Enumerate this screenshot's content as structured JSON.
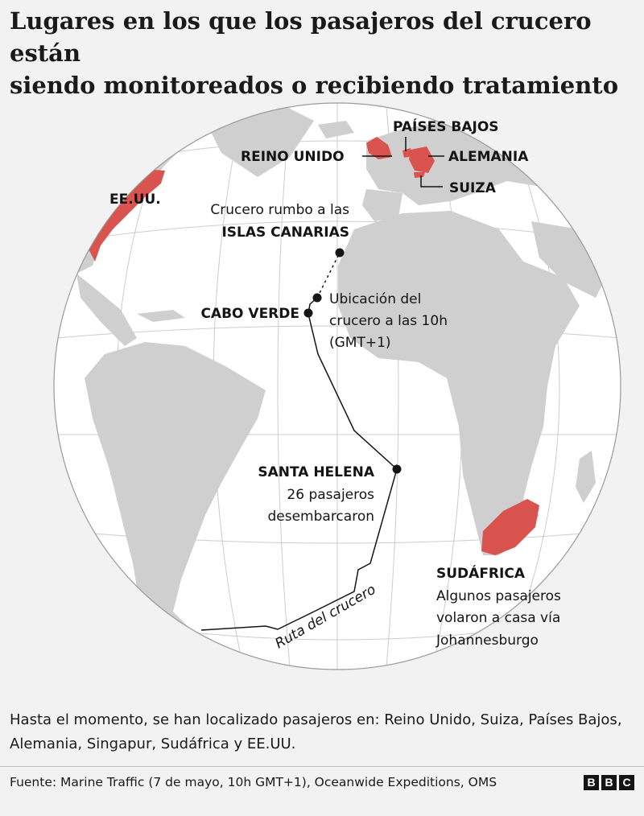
{
  "title": {
    "line1": "Lugares en los que los pasajeros del crucero están",
    "line2": "siendo monitoreados o recibiendo tratamiento"
  },
  "map": {
    "labels": {
      "paises_bajos": "PAÍSES BAJOS",
      "reino_unido": "REINO UNIDO",
      "alemania": "ALEMANIA",
      "suiza": "SUIZA",
      "eeuu": "EE.UU.",
      "canarias_line1": "Crucero rumbo a las",
      "canarias_line2": "ISLAS CANARIAS",
      "ubicacion_line1": "Ubicación del",
      "ubicacion_line2": "crucero a las 10h",
      "ubicacion_line3": "(GMT+1)",
      "cabo_verde": "CABO VERDE",
      "santa_helena": "SANTA HELENA",
      "santa_helena_line1": "26 pasajeros",
      "santa_helena_line2": "desembarcaron",
      "sudafrica": "SUDÁFRICA",
      "sudafrica_line1": "Algunos pasajeros",
      "sudafrica_line2": "volaron a casa vía",
      "sudafrica_line3": "Johannesburgo",
      "ruta": "Ruta del crucero"
    },
    "colors": {
      "ocean": "#ffffff",
      "land": "#cfcfcf",
      "highlight": "#d9534f",
      "grid": "#cccccc",
      "route": "#141414"
    }
  },
  "footer": {
    "note": "Hasta el momento, se han localizado pasajeros en: Reino Unido, Suiza, Países Bajos, Alemania, Singapur, Sudáfrica y EE.UU.",
    "source": "Fuente: Marine Traffic (7 de mayo, 10h GMT+1), Oceanwide Expeditions, OMS",
    "logo": [
      "B",
      "B",
      "C"
    ]
  }
}
